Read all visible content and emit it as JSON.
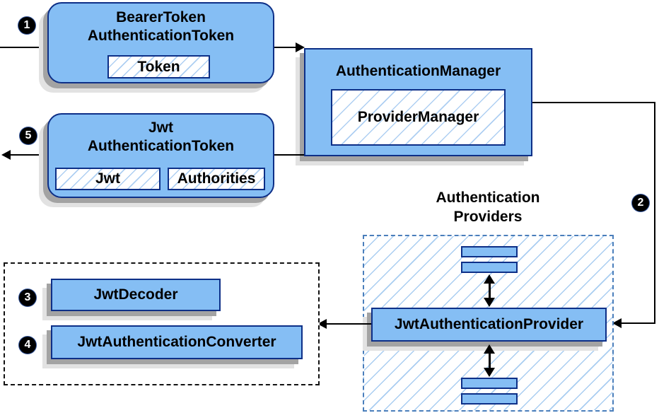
{
  "badges": {
    "step1": "1",
    "step2": "2",
    "step3": "3",
    "step4": "4",
    "step5": "5"
  },
  "bearer_token_box": {
    "title_line1": "BearerToken",
    "title_line2": "AuthenticationToken",
    "field": "Token"
  },
  "authentication_manager_box": {
    "title": "AuthenticationManager",
    "field": "ProviderManager"
  },
  "jwt_authentication_token_box": {
    "title_line1": "Jwt",
    "title_line2": "AuthenticationToken",
    "field1": "Jwt",
    "field2": "Authorities"
  },
  "providers_group": {
    "heading_line1": "Authentication",
    "heading_line2": "Providers",
    "provider_label": "JwtAuthenticationProvider"
  },
  "decoder_group": {
    "decoder_label": "JwtDecoder",
    "converter_label": "JwtAuthenticationConverter"
  },
  "colors": {
    "box_fill": "#85BEF4",
    "box_border": "#0D2F87",
    "hatch_line": "#AECFF2",
    "providers_dash_border": "#4A7EBB",
    "converter_dash_border": "#111111",
    "arrow": "#000000",
    "shadow": "#A3A3A3"
  }
}
